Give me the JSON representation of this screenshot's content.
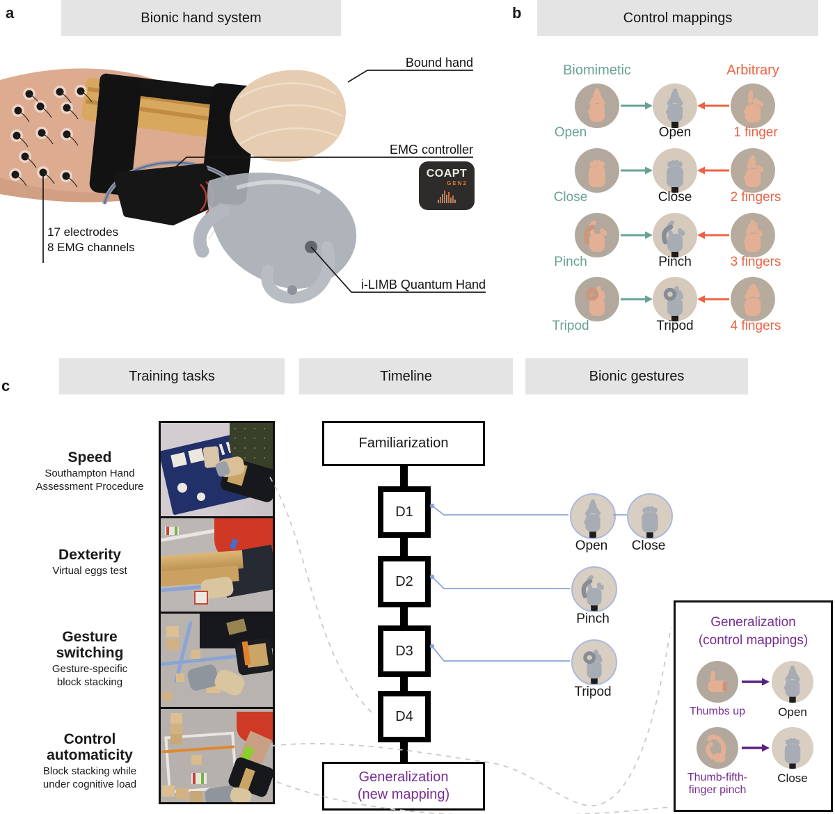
{
  "figure": {
    "panel_a": {
      "label": "a",
      "title": "Bionic hand system",
      "callouts": {
        "bound_hand": "Bound hand",
        "emg_controller": "EMG controller",
        "electrodes_line1": "17 electrodes",
        "electrodes_line2": "8 EMG channels",
        "hand": "i-LIMB Quantum Hand"
      },
      "logo": {
        "word": "COAPT",
        "gen": "GEN2"
      }
    },
    "panel_b": {
      "label": "b",
      "title": "Control mappings",
      "column_left": "Biomimetic",
      "column_right": "Arbitrary",
      "rows": [
        {
          "biomimetic": "Open",
          "bionic": "Open",
          "arbitrary": "1 finger"
        },
        {
          "biomimetic": "Close",
          "bionic": "Close",
          "arbitrary": "2 fingers"
        },
        {
          "biomimetic": "Pinch",
          "bionic": "Pinch",
          "arbitrary": "3 fingers"
        },
        {
          "biomimetic": "Tripod",
          "bionic": "Tripod",
          "arbitrary": "4 fingers"
        }
      ]
    },
    "panel_c": {
      "label": "c",
      "headers": {
        "tasks": "Training tasks",
        "timeline": "Timeline",
        "gestures": "Bionic gestures"
      },
      "tasks": [
        {
          "name": "Speed",
          "desc": "Southampton Hand Assessment Procedure"
        },
        {
          "name": "Dexterity",
          "desc": "Virtual eggs test"
        },
        {
          "name": "Gesture switching",
          "desc": "Gesture-specific block stacking"
        },
        {
          "name": "Control automaticity",
          "desc": "Block stacking while under cognitive load"
        }
      ],
      "timeline": {
        "start": "Familiarization",
        "days": [
          "D1",
          "D2",
          "D3",
          "D4"
        ],
        "end_line1": "Generalization",
        "end_line2": "(new mapping)"
      },
      "day_gestures": [
        {
          "day": "D1",
          "labels": [
            "Open",
            "Close"
          ]
        },
        {
          "day": "D2",
          "labels": [
            "Pinch"
          ]
        },
        {
          "day": "D3",
          "labels": [
            "Tripod"
          ]
        }
      ],
      "generalization": {
        "title_line1": "Generalization",
        "title_line2": "(control mappings)",
        "rows": [
          {
            "from": "Thumbs up",
            "to": "Open"
          },
          {
            "from": "Thumb-fifth-finger pinch",
            "to": "Close"
          }
        ]
      }
    },
    "colors": {
      "biomimetic_teal": "#68a195",
      "arbitrary_orange": "#ec6343",
      "purple": "#772d91",
      "arrow_purple": "#5a2382",
      "connector_blue": "#8da4d8",
      "circle_ring_blue": "#aab9de",
      "dashed_gray": "#cacaca",
      "header_bg": "#e4e4e4"
    }
  }
}
